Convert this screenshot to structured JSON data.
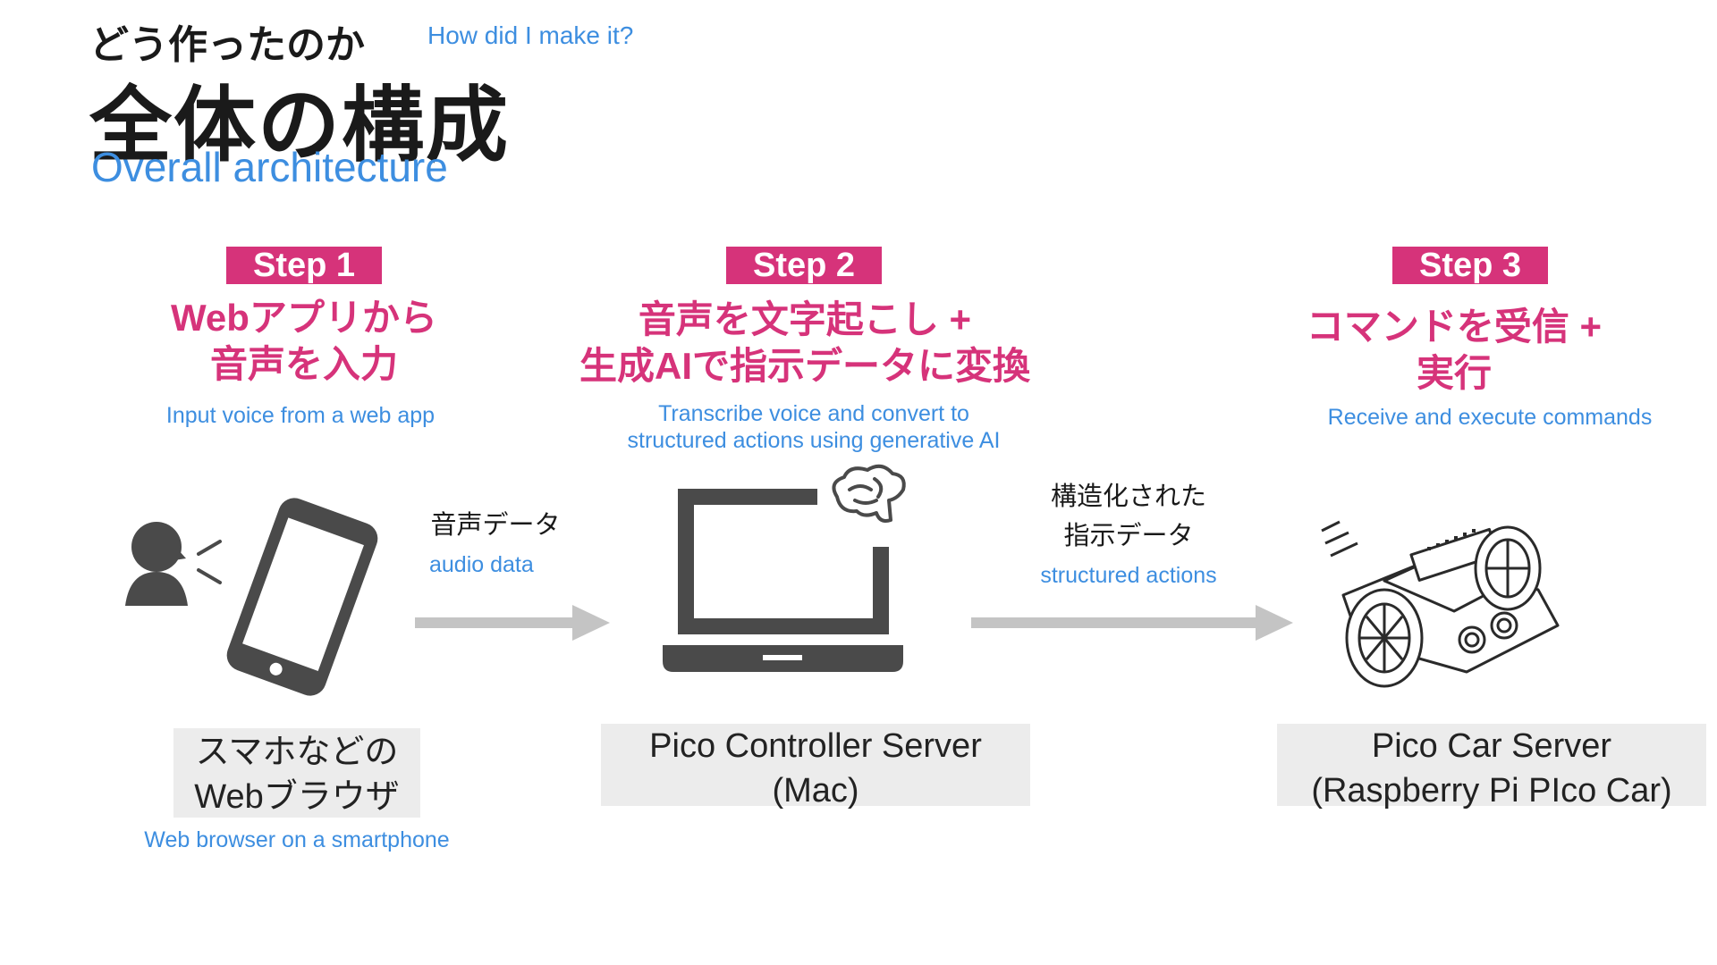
{
  "header": {
    "subtitle_jp": "どう作ったのか",
    "subtitle_en": "How did I make it?",
    "title_jp": "全体の構成",
    "title_en": "Overall architecture"
  },
  "steps": [
    {
      "badge": "Step 1",
      "title_line1": "Webアプリから",
      "title_line2": "音声を入力",
      "desc_line1": "Input voice from a web app",
      "desc_line2": ""
    },
    {
      "badge": "Step 2",
      "title_line1": "音声を文字起こし +",
      "title_line2": "生成AIで指示データに変換",
      "desc_line1": "Transcribe voice and convert to",
      "desc_line2": "structured actions using generative AI"
    },
    {
      "badge": "Step 3",
      "title_line1": "コマンドを受信 +",
      "title_line2": "実行",
      "desc_line1": "Receive and execute commands",
      "desc_line2": ""
    }
  ],
  "nodes": [
    {
      "label_line1": "スマホなどの",
      "label_line2": "Webブラウザ",
      "caption": "Web browser on a smartphone",
      "icon": "smartphone-icon"
    },
    {
      "label_line1": "Pico Controller Server",
      "label_line2": "(Mac)",
      "icon": "laptop-brain-icon"
    },
    {
      "label_line1": "Pico Car Server",
      "label_line2": "(Raspberry Pi PIco Car)",
      "icon": "robot-car-icon"
    }
  ],
  "edges": [
    {
      "label_jp_line1": "音声データ",
      "label_jp_line2": "",
      "label_en": "audio data"
    },
    {
      "label_jp_line1": "構造化された",
      "label_jp_line2": "指示データ",
      "label_en": "structured actions"
    }
  ],
  "colors": {
    "accent": "#d6337a",
    "english_text": "#3d8ee0",
    "arrow": "#c4c4c4",
    "icon": "#4a4a4a",
    "node_box": "#ececec"
  }
}
